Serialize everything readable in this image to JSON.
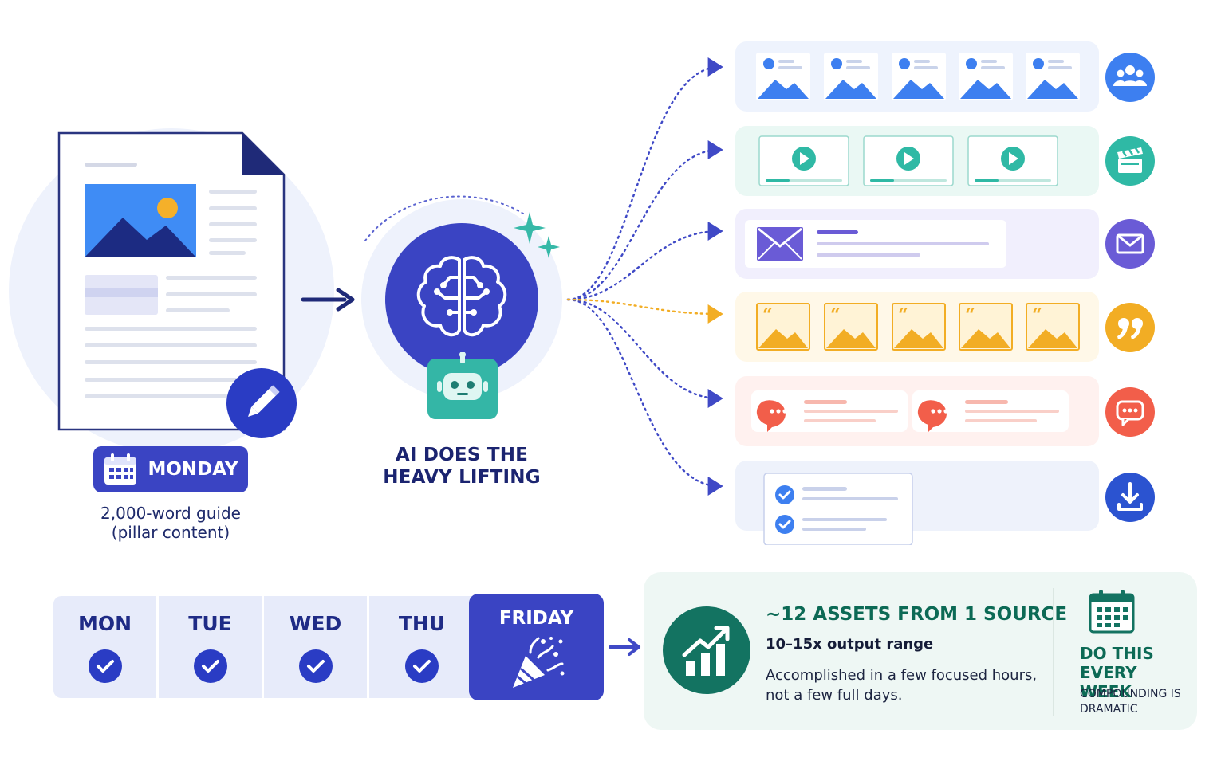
{
  "source": {
    "day_label": "MONDAY",
    "description": "2,000-word guide\n(pillar content)",
    "icons": [
      "calendar-icon",
      "pencil-icon",
      "document-icon"
    ]
  },
  "ai": {
    "label": "AI DOES THE\nHEAVY LIFTING",
    "icons": [
      "brain-icon",
      "robot-icon",
      "sparkle-icon"
    ]
  },
  "outputs": [
    {
      "id": "social-posts",
      "icon": "people-icon",
      "color": "#3d7ff0",
      "bg": "#eef3fd",
      "count": 5
    },
    {
      "id": "videos",
      "icon": "clapperboard-icon",
      "color": "#2fb9a5",
      "bg": "#eaf8f4",
      "count": 3
    },
    {
      "id": "email",
      "icon": "envelope-icon",
      "color": "#6a5bd6",
      "bg": "#f1effd",
      "count": 1
    },
    {
      "id": "quote-graphics",
      "icon": "quote-icon",
      "color": "#f2ad24",
      "bg": "#fff8e8",
      "count": 5
    },
    {
      "id": "comments",
      "icon": "chat-bubble-icon",
      "color": "#f25e4a",
      "bg": "#fff1ef",
      "count": 2
    },
    {
      "id": "checklist-download",
      "icon": "download-icon",
      "color": "#2b53d0",
      "bg": "#eef2fb",
      "count": 2
    }
  ],
  "week": {
    "days": [
      "MON",
      "TUE",
      "WED",
      "THU"
    ],
    "friday": "FRIDAY",
    "friday_icon": "party-popper-icon"
  },
  "summary": {
    "title": "~12 ASSETS FROM 1 SOURCE",
    "range": "10–15x output range",
    "note": "Accomplished in a few focused hours, not a few full days.",
    "week_title": "DO THIS EVERY WEEK",
    "compounding": "COMPOUNDING IS DRAMATIC",
    "icons": [
      "growth-chart-icon",
      "calendar-icon"
    ]
  },
  "colors": {
    "primary": "#3a44c3",
    "navy": "#1e2a6b",
    "green": "#0c6a55",
    "accent_yellow": "#f2ad24"
  }
}
